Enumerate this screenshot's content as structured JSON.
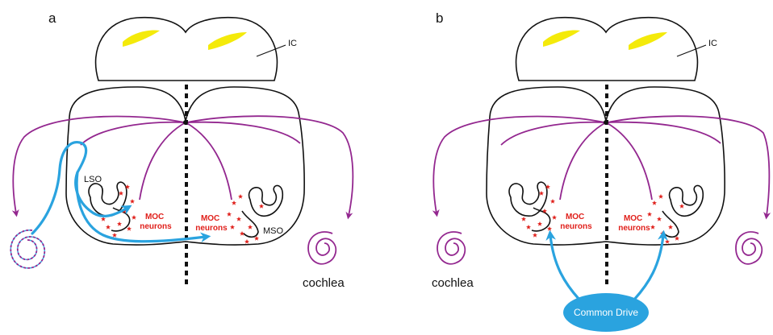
{
  "panel_a": {
    "letter": "a",
    "ic_label": "IC",
    "lso_label": "LSO",
    "mso_label": "MSO",
    "moc_left": [
      "MOC",
      "neurons"
    ],
    "moc_right": [
      "MOC",
      "neurons"
    ],
    "cochlea_label": "cochlea"
  },
  "panel_b": {
    "letter": "b",
    "ic_label": "IC",
    "moc_left": [
      "MOC",
      "neurons"
    ],
    "moc_right": [
      "MOC",
      "neurons"
    ],
    "cochlea_label": "cochlea",
    "drive_label": "Common Drive"
  },
  "colors": {
    "ic_fill": "#f4ea0a",
    "pathway": "#93278f",
    "input": "#2aa3df",
    "neurons": "#e0201b",
    "outline": "#111111"
  }
}
